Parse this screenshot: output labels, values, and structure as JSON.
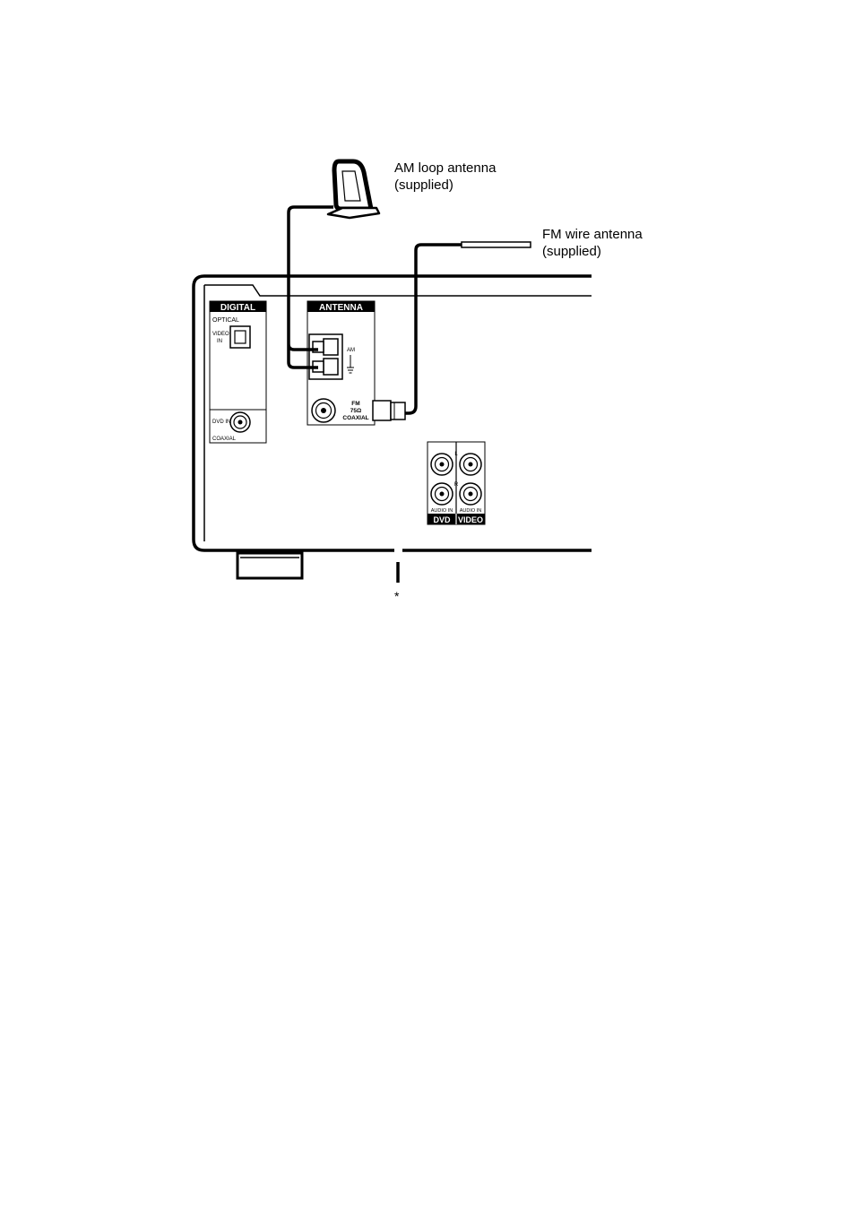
{
  "callouts": {
    "am_loop": {
      "line1": "AM loop antenna",
      "line2": "(supplied)"
    },
    "fm_wire": {
      "line1": "FM wire antenna",
      "line2": "(supplied)"
    },
    "asterisk": "*"
  },
  "panel": {
    "digital": {
      "header": "DIGITAL",
      "optical": "OPTICAL",
      "video_in_1": "VIDEO",
      "video_in_2": "IN",
      "dvd_in": "DVD IN",
      "coaxial": "COAXIAL"
    },
    "antenna": {
      "header": "ANTENNA",
      "am": "AM",
      "fm_1": "FM",
      "fm_2": "75Ω",
      "fm_3": "COAXIAL"
    },
    "audio": {
      "l": "L",
      "r": "R",
      "audio_in_dvd": "AUDIO IN",
      "audio_in_video": "AUDIO IN",
      "dvd": "DVD",
      "video": "VIDEO"
    }
  },
  "colors": {
    "line": "#000000",
    "background": "#ffffff"
  }
}
